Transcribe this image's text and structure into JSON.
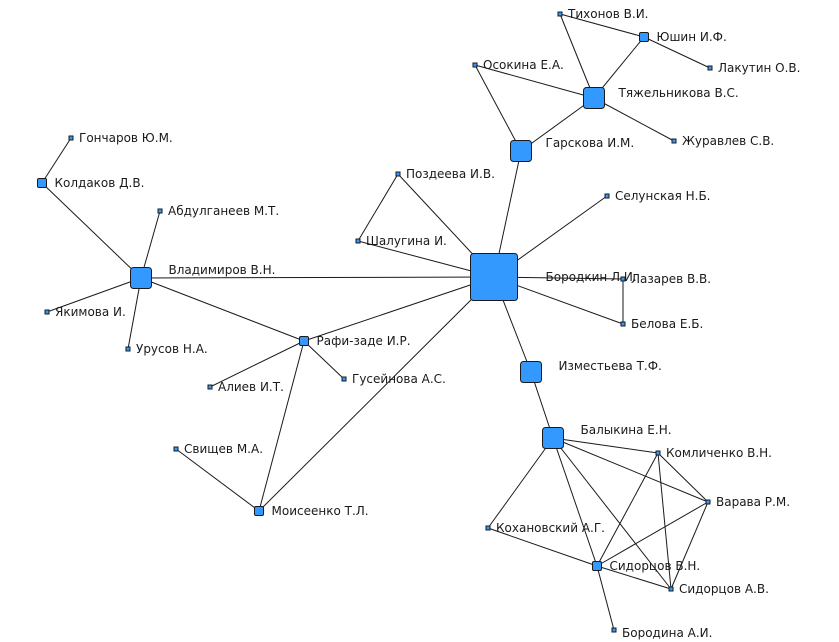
{
  "graph": {
    "node_color": "#3399ff",
    "edge_color": "#1a1a1a",
    "nodes": [
      {
        "id": "borodkin",
        "label": "Бородкин Л.И.",
        "weight": 5
      },
      {
        "id": "poz",
        "label": "Поздеева И.В.",
        "weight": 1
      },
      {
        "id": "shal",
        "label": "Шалугина И.",
        "weight": 1
      },
      {
        "id": "selun",
        "label": "Селунская Н.Б.",
        "weight": 1
      },
      {
        "id": "lazar",
        "label": "Лазарев В.В.",
        "weight": 1
      },
      {
        "id": "belova",
        "label": "Белова Е.Б.",
        "weight": 1
      },
      {
        "id": "garsk",
        "label": "Гарскова И.М.",
        "weight": 3
      },
      {
        "id": "tyazh",
        "label": "Тяжельникова В.С.",
        "weight": 3
      },
      {
        "id": "osok",
        "label": "Осокина Е.А.",
        "weight": 1
      },
      {
        "id": "tikh",
        "label": "Тихонов В.И.",
        "weight": 1
      },
      {
        "id": "yush",
        "label": "Юшин И.Ф.",
        "weight": 2
      },
      {
        "id": "lakut",
        "label": "Лакутин О.В.",
        "weight": 1
      },
      {
        "id": "zhur",
        "label": "Журавлев С.В.",
        "weight": 1
      },
      {
        "id": "izm",
        "label": "Изместьева Т.Ф.",
        "weight": 3
      },
      {
        "id": "balyk",
        "label": "Балыкина Е.Н.",
        "weight": 3
      },
      {
        "id": "kompl",
        "label": "Комличенко В.Н.",
        "weight": 1
      },
      {
        "id": "varava",
        "label": "Варава Р.М.",
        "weight": 1
      },
      {
        "id": "kokh",
        "label": "Кохановский А.Г.",
        "weight": 1
      },
      {
        "id": "sidvn",
        "label": "Сидорцов В.Н.",
        "weight": 2
      },
      {
        "id": "sidav",
        "label": "Сидорцов А.В.",
        "weight": 1
      },
      {
        "id": "borod",
        "label": "Бородина А.И.",
        "weight": 1
      },
      {
        "id": "vlad",
        "label": "Владимиров В.Н.",
        "weight": 3
      },
      {
        "id": "gonch",
        "label": "Гончаров Ю.М.",
        "weight": 1
      },
      {
        "id": "kold",
        "label": "Колдаков Д.В.",
        "weight": 2
      },
      {
        "id": "abdul",
        "label": "Абдулганеев М.Т.",
        "weight": 1
      },
      {
        "id": "yakim",
        "label": "Якимова И.",
        "weight": 1
      },
      {
        "id": "urus",
        "label": "Урусов Н.А.",
        "weight": 1
      },
      {
        "id": "rafi",
        "label": "Рафи-заде И.Р.",
        "weight": 2
      },
      {
        "id": "aliev",
        "label": "Алиев И.Т.",
        "weight": 1
      },
      {
        "id": "gus",
        "label": "Гусейнова А.С.",
        "weight": 1
      },
      {
        "id": "svish",
        "label": "Свищев М.А.",
        "weight": 1
      },
      {
        "id": "moiss",
        "label": "Моисеенко Т.Л.",
        "weight": 2
      }
    ],
    "edges": [
      [
        "borodkin",
        "poz"
      ],
      [
        "poz",
        "shal"
      ],
      [
        "shal",
        "borodkin"
      ],
      [
        "borodkin",
        "selun"
      ],
      [
        "borodkin",
        "lazar"
      ],
      [
        "lazar",
        "belova"
      ],
      [
        "borodkin",
        "belova"
      ],
      [
        "borodkin",
        "garsk"
      ],
      [
        "garsk",
        "osok"
      ],
      [
        "garsk",
        "tyazh"
      ],
      [
        "osok",
        "tyazh"
      ],
      [
        "tyazh",
        "tikh"
      ],
      [
        "tyazh",
        "yush"
      ],
      [
        "tikh",
        "yush"
      ],
      [
        "yush",
        "lakut"
      ],
      [
        "tyazh",
        "zhur"
      ],
      [
        "borodkin",
        "vlad"
      ],
      [
        "borodkin",
        "rafi"
      ],
      [
        "borodkin",
        "moiss"
      ],
      [
        "borodkin",
        "izm"
      ],
      [
        "izm",
        "balyk"
      ],
      [
        "balyk",
        "kompl"
      ],
      [
        "balyk",
        "varava"
      ],
      [
        "balyk",
        "kokh"
      ],
      [
        "balyk",
        "sidvn"
      ],
      [
        "balyk",
        "sidav"
      ],
      [
        "kokh",
        "sidvn"
      ],
      [
        "sidvn",
        "kompl"
      ],
      [
        "sidvn",
        "varava"
      ],
      [
        "sidvn",
        "sidav"
      ],
      [
        "sidvn",
        "borod"
      ],
      [
        "kompl",
        "varava"
      ],
      [
        "kompl",
        "sidav"
      ],
      [
        "varava",
        "sidav"
      ],
      [
        "vlad",
        "kold"
      ],
      [
        "kold",
        "gonch"
      ],
      [
        "vlad",
        "abdul"
      ],
      [
        "vlad",
        "yakim"
      ],
      [
        "vlad",
        "urus"
      ],
      [
        "vlad",
        "rafi"
      ],
      [
        "rafi",
        "aliev"
      ],
      [
        "rafi",
        "gus"
      ],
      [
        "rafi",
        "moiss"
      ],
      [
        "svish",
        "moiss"
      ]
    ]
  }
}
